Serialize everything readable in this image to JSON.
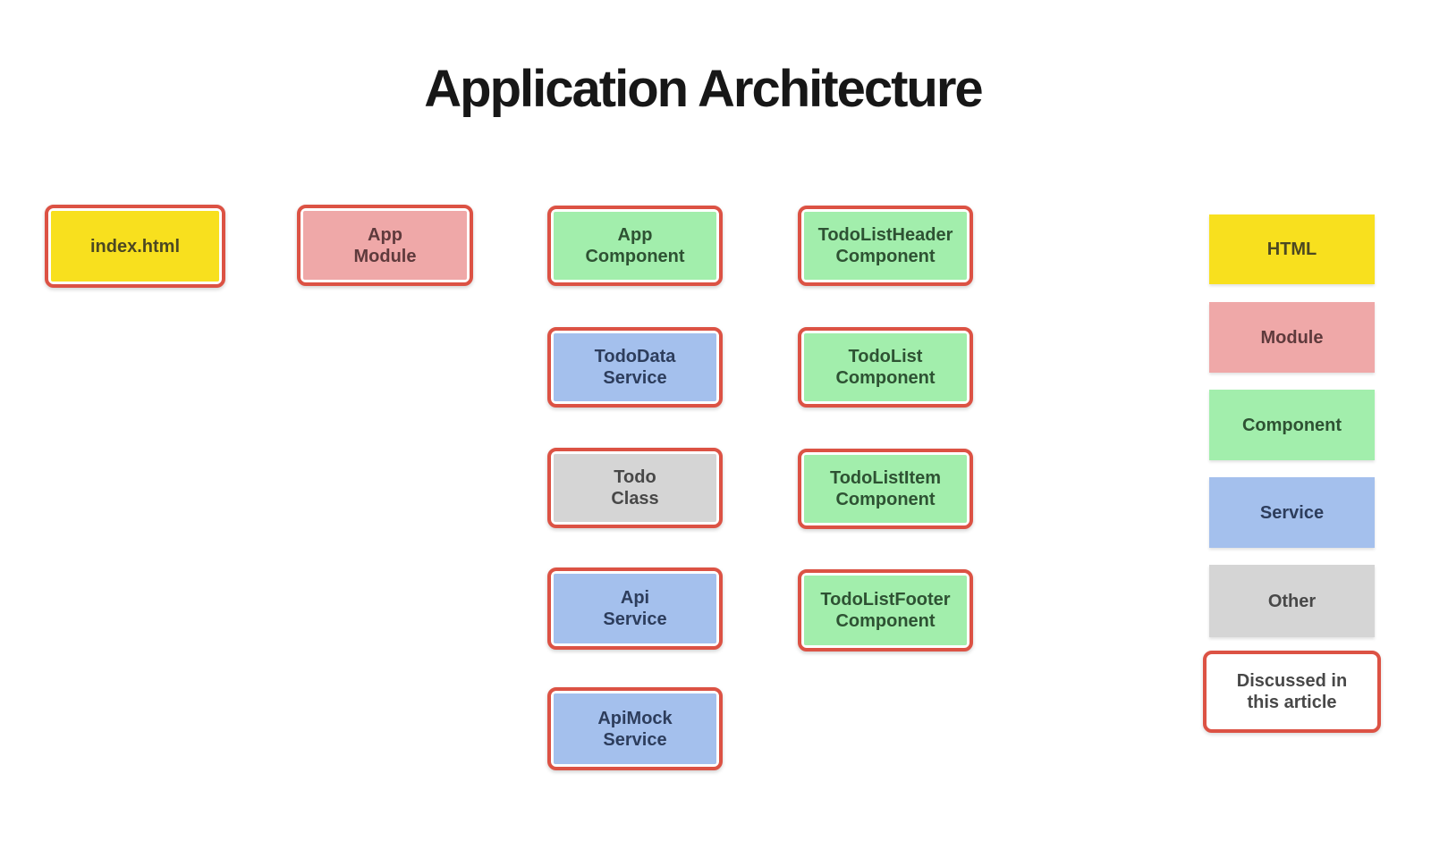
{
  "title": "Application Architecture",
  "colors": {
    "border-red": "#DC5244",
    "fill-yellow": "#F8E01E",
    "fill-pink": "#EFA8A8",
    "fill-green": "#A2EEAC",
    "fill-blue": "#A4C0ED",
    "fill-gray": "#D5D5D5",
    "text-yellow": "#4C4822",
    "text-pink": "#5E3A3C",
    "text-green": "#2E5233",
    "text-blue": "#2D3D5C",
    "text-gray": "#484848",
    "title-color": "#171717"
  },
  "diagram": {
    "boxes": [
      {
        "id": "index-html",
        "label": "index.html",
        "type": "html"
      },
      {
        "id": "app-module",
        "label": "App\nModule",
        "type": "module"
      },
      {
        "id": "app-component",
        "label": "App\nComponent",
        "type": "component"
      },
      {
        "id": "todo-data-service",
        "label": "TodoData\nService",
        "type": "service"
      },
      {
        "id": "todo-class",
        "label": "Todo\nClass",
        "type": "other"
      },
      {
        "id": "api-service",
        "label": "Api\nService",
        "type": "service"
      },
      {
        "id": "api-mock-service",
        "label": "ApiMock\nService",
        "type": "service"
      },
      {
        "id": "todo-list-header-component",
        "label": "TodoListHeader\nComponent",
        "type": "component"
      },
      {
        "id": "todo-list-component",
        "label": "TodoList\nComponent",
        "type": "component"
      },
      {
        "id": "todo-list-item-component",
        "label": "TodoListItem\nComponent",
        "type": "component"
      },
      {
        "id": "todo-list-footer-component",
        "label": "TodoListFooter\nComponent",
        "type": "component"
      }
    ]
  },
  "legend": {
    "items": [
      {
        "id": "html",
        "label": "HTML",
        "type": "html"
      },
      {
        "id": "module",
        "label": "Module",
        "type": "module"
      },
      {
        "id": "component",
        "label": "Component",
        "type": "component"
      },
      {
        "id": "service",
        "label": "Service",
        "type": "service"
      },
      {
        "id": "other",
        "label": "Other",
        "type": "other"
      },
      {
        "id": "discussed",
        "label": "Discussed in\nthis article",
        "type": "discussed"
      }
    ]
  }
}
